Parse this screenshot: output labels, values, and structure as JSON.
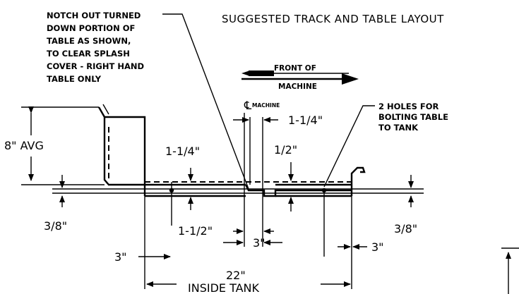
{
  "title": "SUGGESTED TRACK AND TABLE LAYOUT",
  "notch_note": [
    "NOTCH OUT TURNED",
    "DOWN PORTION OF",
    "TABLE AS SHOWN,",
    "TO CLEAR SPLASH",
    "COVER - RIGHT HAND",
    "TABLE ONLY"
  ],
  "front_arrow": [
    "FRONT OF",
    "MACHINE"
  ],
  "centerline_label": "MACHINE",
  "centerline_symbol": "℄",
  "holes_note": [
    "2 HOLES FOR",
    "BOLTING TABLE",
    "TO TANK"
  ],
  "dimensions": {
    "height_avg": "8\" AVG",
    "notch_width": "1-1/4\"",
    "hole_inset": "1-1/4\"",
    "hole_offset": "1/2\"",
    "thickness_left": "3/8\"",
    "thickness_right": "3/8\"",
    "center_gap": "1-1/2\"",
    "center_offset": "3\"",
    "left_margin": "3\"",
    "right_margin": "3\"",
    "overall_width": "22\"",
    "overall_label": "INSIDE TANK"
  }
}
